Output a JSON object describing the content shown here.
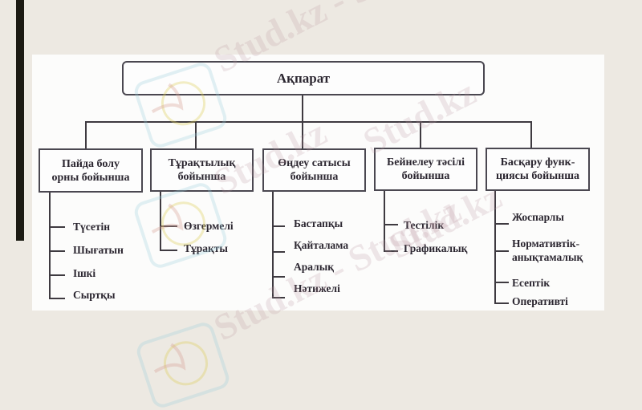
{
  "slide": {
    "background": "#ede9e2",
    "accent_bar_color": "#1b1a12"
  },
  "diagram": {
    "root": {
      "label": "Ақпарат"
    },
    "categories": [
      {
        "label_line1": "Пайда болу",
        "label_line2": "орны бойынша",
        "items": [
          "Түсетін",
          "Шығатын",
          "Ішкі",
          "Сыртқы"
        ]
      },
      {
        "label_line1": "Тұрақтылық",
        "label_line2": "бойынша",
        "items": [
          "Өзгермелі",
          "Тұрақты"
        ]
      },
      {
        "label_line1": "Өңдеу сатысы",
        "label_line2": "бойынша",
        "items": [
          "Бастапқы",
          "Қайталама",
          "Аралық",
          "Нәтижелі"
        ]
      },
      {
        "label_line1": "Бейнелеу тәсілі",
        "label_line2": "бойынша",
        "items": [
          "Тестілік",
          "Графикалық"
        ]
      },
      {
        "label_line1": "Басқару функ-",
        "label_line2": "циясы бойынша",
        "items": [
          "Жоспарлы",
          "Нормативтік-",
          "анықтамалық",
          "Есептік",
          "Оперативті"
        ]
      }
    ]
  },
  "watermark": {
    "text_primary": "Stud.kz",
    "text_long": "Stud.kz - Stud.kz",
    "icon": "hummingbird-logo-icon"
  }
}
